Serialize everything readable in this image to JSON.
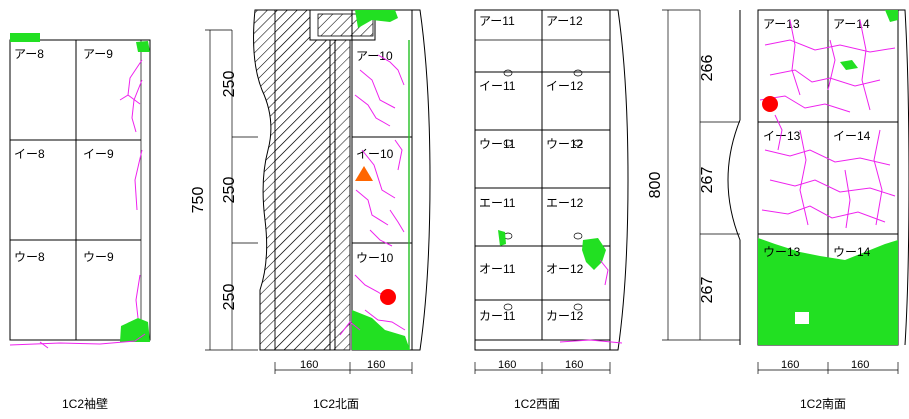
{
  "colors": {
    "crack": "#ee22ee",
    "spalling": "#22e022",
    "marker_circle": "#ff0000",
    "marker_triangle": "#ff6600"
  },
  "panels": [
    {
      "caption": "1C2袖壁",
      "cells": [
        "アー8",
        "アー9",
        "イー8",
        "イー9",
        "ウー8",
        "ウー9"
      ]
    },
    {
      "caption": "1C2北面",
      "cells": [
        "アー10",
        "イー10",
        "ウー10"
      ],
      "dims": {
        "total": "750",
        "rows": [
          "250",
          "250",
          "250"
        ],
        "cols": [
          "160",
          "160"
        ]
      }
    },
    {
      "caption": "1C2西面",
      "cells": [
        "アー11",
        "アー12",
        "イー11",
        "イー12",
        "ウー11",
        "ウー12",
        "エー11",
        "エー12",
        "オー11",
        "オー12",
        "カー11",
        "カー12"
      ],
      "dims": {
        "cols": [
          "160",
          "160"
        ]
      }
    },
    {
      "caption": "1C2南面",
      "cells": [
        "アー13",
        "アー14",
        "イー13",
        "イー14",
        "ウー13",
        "ウー14"
      ],
      "dims": {
        "total": "800",
        "rows": [
          "266",
          "267",
          "267"
        ],
        "cols": [
          "160",
          "160"
        ]
      }
    }
  ]
}
